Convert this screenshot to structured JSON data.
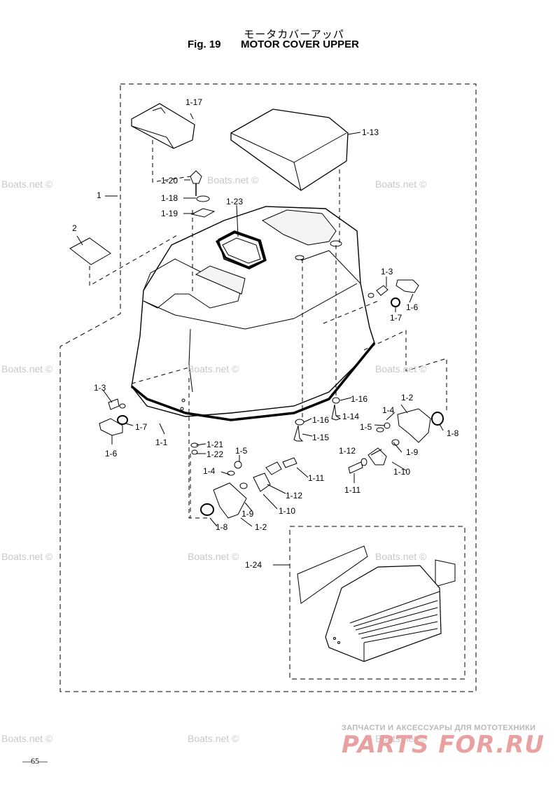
{
  "header": {
    "title_jp": "モータカバーアッパ",
    "fig_number": "Fig. 19",
    "title_en": "MOTOR COVER UPPER"
  },
  "callouts": {
    "p1": "1",
    "p2": "2",
    "p1_1": "1-1",
    "p1_2_right": "1-2",
    "p1_2_left": "1-2",
    "p1_3_right": "1-3",
    "p1_3_left": "1-3",
    "p1_4_right": "1-4",
    "p1_4_left": "1-4",
    "p1_5_right": "1-5",
    "p1_5_left": "1-5",
    "p1_6_right": "1-6",
    "p1_6_left": "1-6",
    "p1_7_right": "1-7",
    "p1_7_left": "1-7",
    "p1_8_right": "1-8",
    "p1_8_left": "1-8",
    "p1_9_right": "1-9",
    "p1_9_left": "1-9",
    "p1_10_right": "1-10",
    "p1_10_left": "1-10",
    "p1_11_upper": "1-11",
    "p1_11_lower": "1-11",
    "p1_12_upper": "1-12",
    "p1_12_lower": "1-12",
    "p1_13": "1-13",
    "p1_14": "1-14",
    "p1_15": "1-15",
    "p1_16_upper": "1-16",
    "p1_16_lower": "1-16",
    "p1_17": "1-17",
    "p1_18": "1-18",
    "p1_19": "1-19",
    "p1_20": "1-20",
    "p1_21": "1-21",
    "p1_22": "1-22",
    "p1_23": "1-23",
    "p1_24": "1-24"
  },
  "watermark": "Boats.net ©",
  "footer": {
    "page_number": "—65—",
    "brand_tagline": "ЗАПЧАСТИ И АКСЕССУАРЫ ДЛЯ МОТОТЕХНИКИ",
    "brand_logo": "PARTS FOR.RU"
  }
}
